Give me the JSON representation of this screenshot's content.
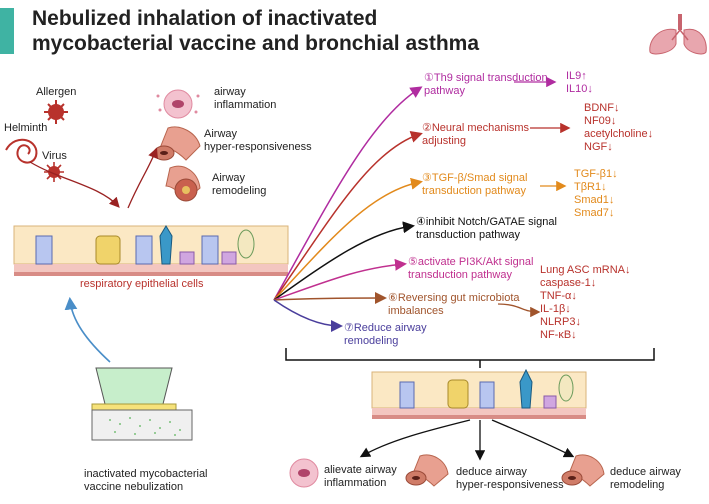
{
  "title": {
    "line1": "Nebulized inhalation of inactivated",
    "line2": "mycobacterial vaccine and bronchial asthma"
  },
  "icons": {
    "lungs": "lungs-icon",
    "allergen": "allergen-particle-icon",
    "helminth": "helminth-icon",
    "virus": "virus-icon",
    "inflammation": "inflamed-cell-icon",
    "airway": "airway-tube-icon",
    "nebulizer": "nebulizer-device-icon"
  },
  "left": {
    "allergen": "Allergen",
    "helminth": "Helminth",
    "virus": "Virus",
    "airway_inflammation": [
      "airway",
      "inflammation"
    ],
    "airway_hyper": [
      "Airway",
      "hyper-responsiveness"
    ],
    "airway_remodeling": [
      "Airway",
      "remodeling"
    ],
    "epithelial": "respiratory epithelial cells",
    "nebulization": [
      "inactivated mycobacterial",
      "vaccine nebulization"
    ]
  },
  "pathways": [
    {
      "lines": [
        "①Th9 signal transduction",
        "pathway"
      ],
      "color": "#b02ca0"
    },
    {
      "lines": [
        "②Neural mechanisms",
        "adjusting"
      ],
      "color": "#b8322c"
    },
    {
      "lines": [
        "③TGF-β/Smad signal",
        "transduction pathway"
      ],
      "color": "#e28a1c"
    },
    {
      "lines": [
        "④inhibit Notch/GATAE signal",
        "transduction pathway"
      ],
      "color": "#111111"
    },
    {
      "lines": [
        "⑤activate PI3K/Akt signal",
        "transduction pathway"
      ],
      "color": "#c0308f"
    },
    {
      "lines": [
        "⑥Reversing gut microbiota",
        "imbalances"
      ],
      "color": "#a0542c"
    },
    {
      "lines": [
        "⑦Reduce airway",
        "remodeling"
      ],
      "color": "#4a3e9c"
    }
  ],
  "markers": {
    "th9": [
      "IL9↑",
      "IL10↓"
    ],
    "neural": [
      "BDNF↓",
      "NF09↓",
      "acetylcholine↓",
      "NGF↓"
    ],
    "tgf": [
      "TGF-β1↓",
      "TβR1↓",
      "Smad1↓",
      "Smad7↓"
    ],
    "gut": [
      "Lung ASC mRNA↓",
      "caspase-1↓",
      "TNF-α↓",
      "IL-1β↓",
      "NLRP3↓",
      "NF-κB↓"
    ]
  },
  "outcomes": [
    [
      "alievate airway",
      "inflammation"
    ],
    [
      "deduce airway",
      "hyper-responsiveness"
    ],
    [
      "deduce airway",
      "remodeling"
    ]
  ],
  "colors": {
    "accent": "#3fb3a3",
    "th9": "#b02ca0",
    "neural": "#b8322c",
    "tgf": "#e28a1c",
    "notch": "#111111",
    "pi3k": "#c0308f",
    "gut": "#a0542c",
    "remodel": "#4a3e9c",
    "blue_arrow": "#4a8ec8"
  }
}
